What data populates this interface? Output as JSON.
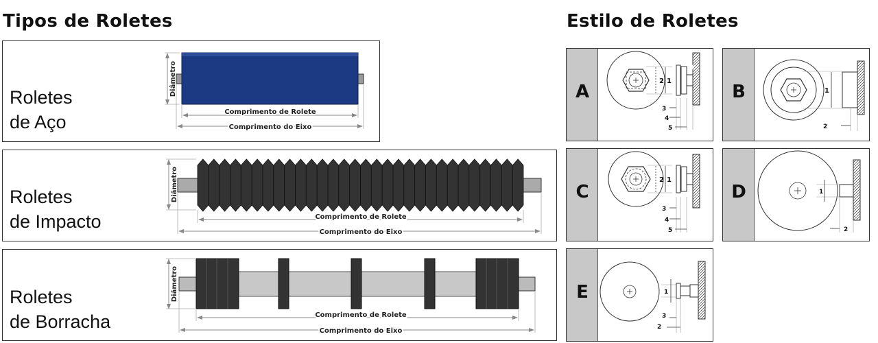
{
  "headings": {
    "tipos": "Tipos de Roletes",
    "estilo": "Estilo de Roletes"
  },
  "types": [
    {
      "line1": "Roletes",
      "line2": "de Aço",
      "dim_diameter": "Diâmetro",
      "dim_roller": "Comprimento de Rolete",
      "dim_shaft": "Comprimento do Eixo"
    },
    {
      "line1": "Roletes",
      "line2": "de Impacto",
      "dim_diameter": "Diâmetro",
      "dim_roller": "Comprimento de Rolete",
      "dim_shaft": "Comprimento do Eixo"
    },
    {
      "line1": "Roletes",
      "line2": "de Borracha",
      "dim_diameter": "Diâmetro",
      "dim_roller": "Comprimento de Rolete",
      "dim_shaft": "Comprimento do Eixo"
    }
  ],
  "styles": [
    {
      "letter": "A",
      "labels": [
        "2",
        "1",
        "3",
        "4",
        "5"
      ]
    },
    {
      "letter": "B",
      "labels": [
        "1",
        "2"
      ]
    },
    {
      "letter": "C",
      "labels": [
        "2",
        "1",
        "3",
        "4",
        "5"
      ]
    },
    {
      "letter": "D",
      "labels": [
        "1",
        "2"
      ]
    },
    {
      "letter": "E",
      "labels": [
        "1",
        "3",
        "2"
      ]
    }
  ],
  "colors": {
    "steel_roller": "#1c3a84",
    "impact_rubber": "#333333",
    "shaft": "#b5b5b5",
    "strip": "#c8c8c8"
  }
}
